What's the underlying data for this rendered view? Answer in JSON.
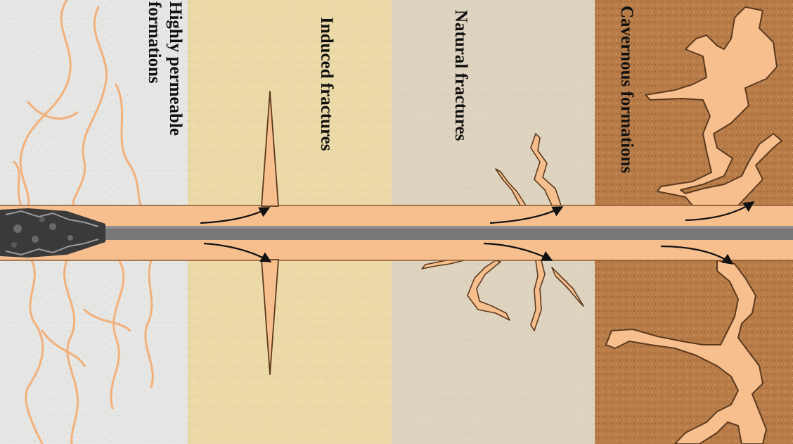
{
  "zones": [
    {
      "key": "permeable",
      "label_lines": [
        "Highly permeable",
        "formations"
      ],
      "color": "#e6e6e4"
    },
    {
      "key": "induced",
      "label_lines": [
        "Induced fractures"
      ],
      "color": "#ecd9a8"
    },
    {
      "key": "natural",
      "label_lines": [
        "Natural fractures"
      ],
      "color": "#ddd3bf"
    },
    {
      "key": "cavernous",
      "label_lines": [
        "Cavernous formations"
      ],
      "color": "#b77c48"
    }
  ],
  "colors": {
    "fluid": "#f7bf8e",
    "fluid_edge": "#8a5a33",
    "drill_pipe": "#777777",
    "arrow": "#111111",
    "permeable_paths": "#f2b07a"
  },
  "icons": {
    "drill_bit": "drill-bit-icon"
  }
}
